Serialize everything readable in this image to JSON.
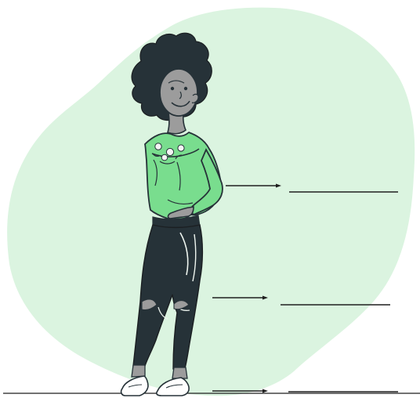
{
  "worksheet": {
    "labels": [
      {
        "part": "top",
        "text": ""
      },
      {
        "part": "bottom",
        "text": ""
      },
      {
        "part": "shoes",
        "text": ""
      }
    ]
  },
  "colors": {
    "background_blob": "#dbf4e0",
    "shirt": "#79dd8e",
    "skin": "#9c9c9c",
    "hair": "#263238",
    "pants": "#263238",
    "shoes": "#ffffff",
    "line": "#1f1f1f"
  },
  "icons": {
    "figure": "woman-standing-illustration",
    "arrows": "right-arrow-icon"
  }
}
